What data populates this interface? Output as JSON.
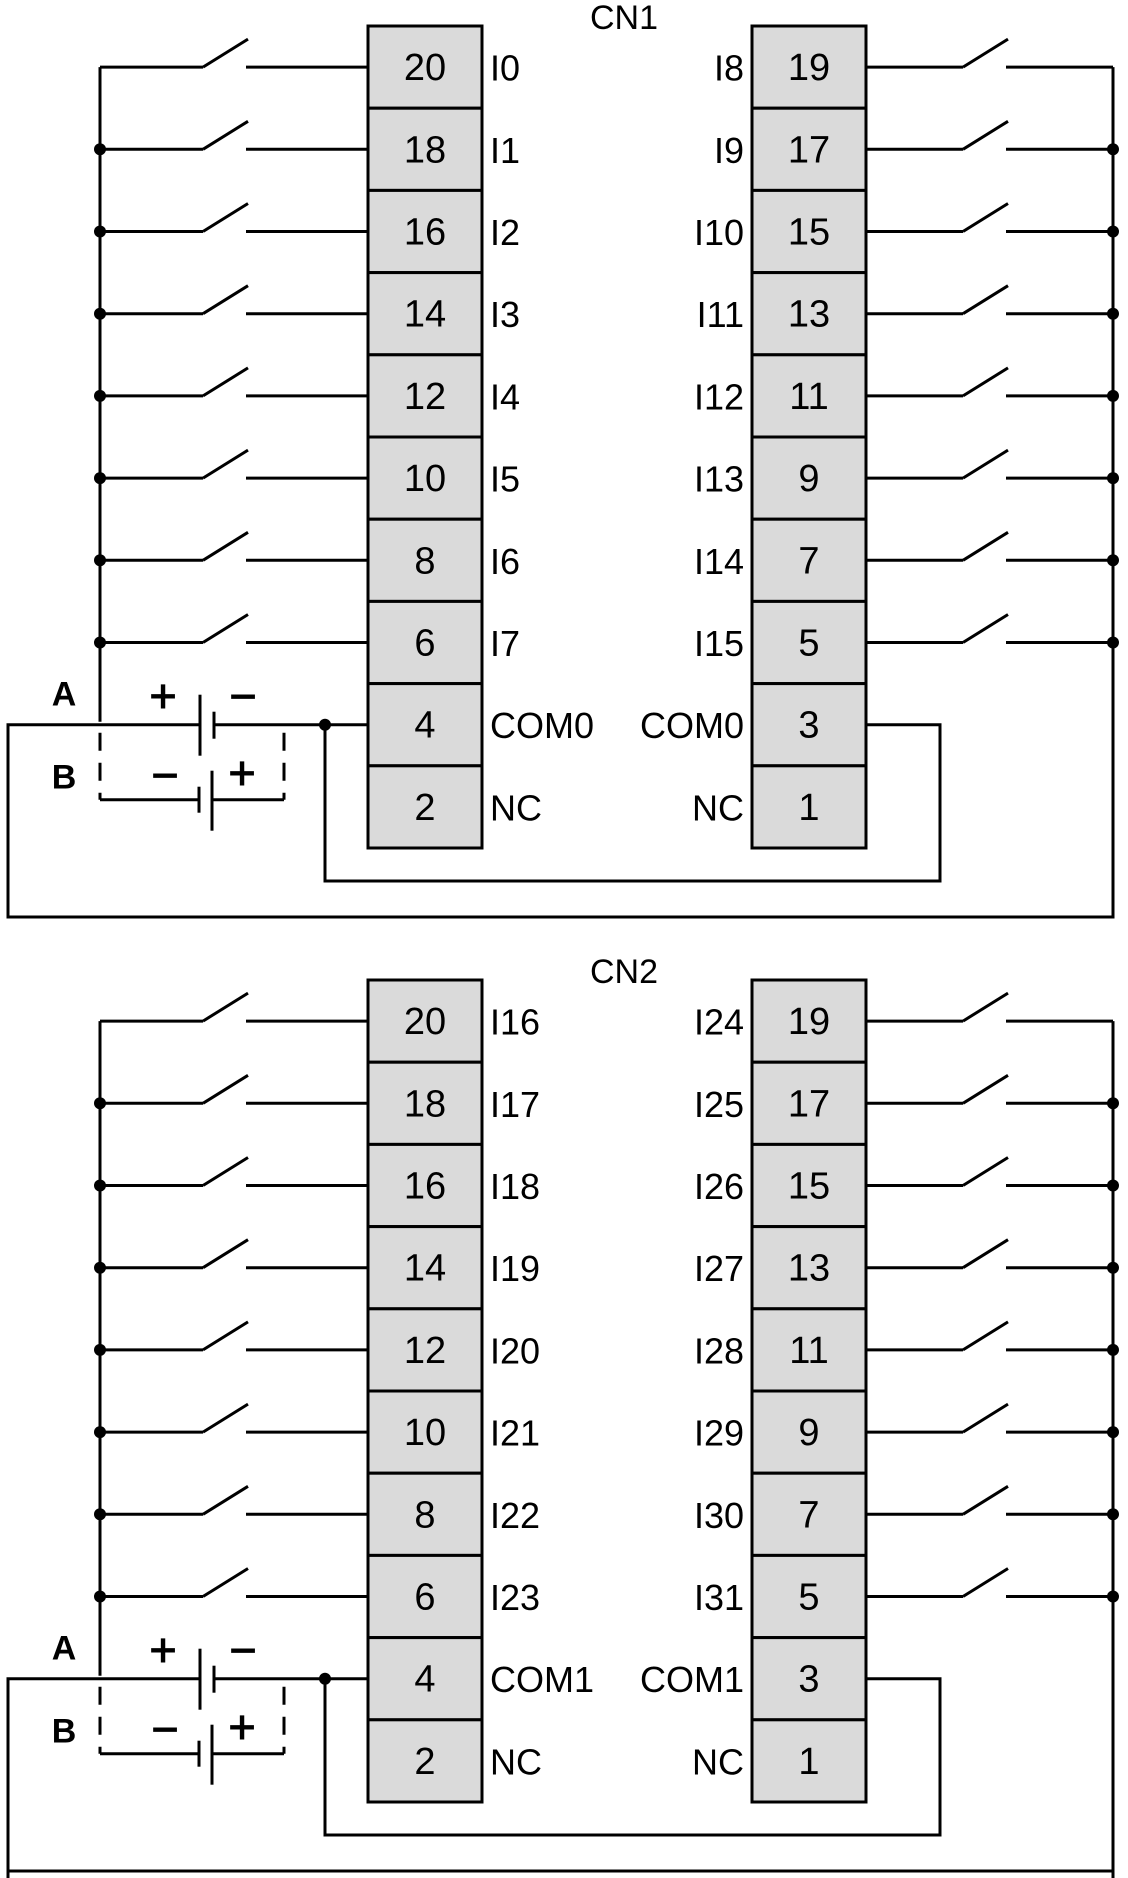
{
  "diagram": {
    "type": "wiring-diagram",
    "colors": {
      "terminal_fill": "#dadada",
      "line": "#000000",
      "background": "#ffffff"
    },
    "connectors": [
      {
        "name": "CN1",
        "left_terminals": [
          {
            "pin": "20",
            "label": "I0"
          },
          {
            "pin": "18",
            "label": "I1"
          },
          {
            "pin": "16",
            "label": "I2"
          },
          {
            "pin": "14",
            "label": "I3"
          },
          {
            "pin": "12",
            "label": "I4"
          },
          {
            "pin": "10",
            "label": "I5"
          },
          {
            "pin": "8",
            "label": "I6"
          },
          {
            "pin": "6",
            "label": "I7"
          },
          {
            "pin": "4",
            "label": "COM0"
          },
          {
            "pin": "2",
            "label": "NC"
          }
        ],
        "right_terminals": [
          {
            "pin": "19",
            "label": "I8"
          },
          {
            "pin": "17",
            "label": "I9"
          },
          {
            "pin": "15",
            "label": "I10"
          },
          {
            "pin": "13",
            "label": "I11"
          },
          {
            "pin": "11",
            "label": "I12"
          },
          {
            "pin": "9",
            "label": "I13"
          },
          {
            "pin": "7",
            "label": "I14"
          },
          {
            "pin": "5",
            "label": "I15"
          },
          {
            "pin": "3",
            "label": "COM0"
          },
          {
            "pin": "1",
            "label": "NC"
          }
        ]
      },
      {
        "name": "CN2",
        "left_terminals": [
          {
            "pin": "20",
            "label": "I16"
          },
          {
            "pin": "18",
            "label": "I17"
          },
          {
            "pin": "16",
            "label": "I18"
          },
          {
            "pin": "14",
            "label": "I19"
          },
          {
            "pin": "12",
            "label": "I20"
          },
          {
            "pin": "10",
            "label": "I21"
          },
          {
            "pin": "8",
            "label": "I22"
          },
          {
            "pin": "6",
            "label": "I23"
          },
          {
            "pin": "4",
            "label": "COM1"
          },
          {
            "pin": "2",
            "label": "NC"
          }
        ],
        "right_terminals": [
          {
            "pin": "19",
            "label": "I24"
          },
          {
            "pin": "17",
            "label": "I25"
          },
          {
            "pin": "15",
            "label": "I26"
          },
          {
            "pin": "13",
            "label": "I27"
          },
          {
            "pin": "11",
            "label": "I28"
          },
          {
            "pin": "9",
            "label": "I29"
          },
          {
            "pin": "7",
            "label": "I30"
          },
          {
            "pin": "5",
            "label": "I31"
          },
          {
            "pin": "3",
            "label": "COM1"
          },
          {
            "pin": "1",
            "label": "NC"
          }
        ]
      }
    ],
    "power_options": {
      "a": {
        "label": "A",
        "plus": "+",
        "minus": "−"
      },
      "b": {
        "label": "B",
        "plus": "+",
        "minus": "−"
      }
    },
    "switches_per_side": 8
  }
}
